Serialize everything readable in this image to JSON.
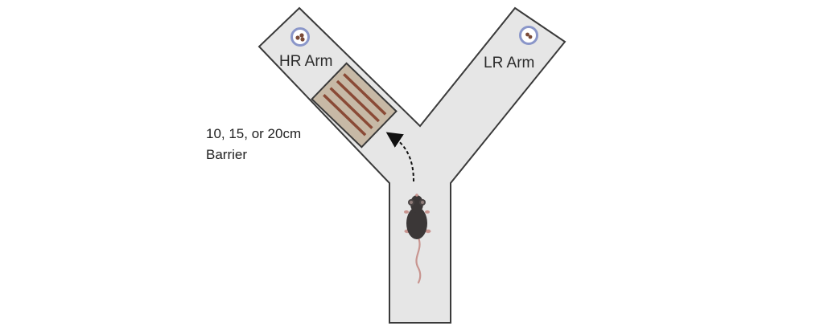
{
  "maze": {
    "left_arm_label": "HR Arm",
    "right_arm_label": "LR Arm",
    "barrier_label_line1": "10, 15, or 20cm",
    "barrier_label_line2": "Barrier"
  },
  "colors": {
    "maze_fill": "#e6e6e6",
    "maze_stroke": "#3a3a3a",
    "barrier_fill": "#c7b9a6",
    "barrier_slat": "#8a4a36",
    "dish_ring": "#8a96c9",
    "food_pellet": "#7a4a38",
    "mouse_body": "#3b3737",
    "mouse_tail": "#c89590"
  },
  "icons": {
    "mouse": "mouse-icon",
    "food_dish": "food-dish-icon",
    "path_arrow": "dashed-arrow-icon"
  }
}
